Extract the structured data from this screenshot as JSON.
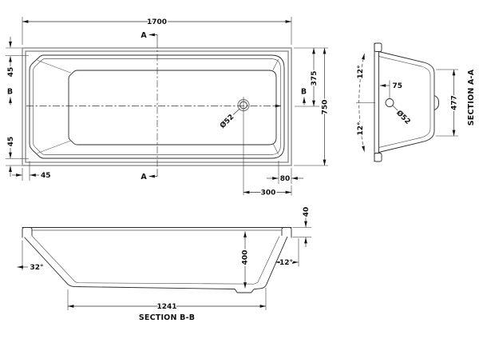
{
  "colors": {
    "line": "#2b2b2b",
    "rim_line": "#8f8f8f",
    "text": "#111111",
    "background": "#ffffff"
  },
  "plan": {
    "dim_length": "1700",
    "dim_width": "750",
    "dim_half_width": "375",
    "dim_rim_top": "45",
    "dim_rim_bottom": "45",
    "dim_rim_end": "45",
    "dim_drain_to_edge": "80",
    "dim_drain_to_end": "300",
    "drain_diameter": "Ø52",
    "section_marker_a": "A",
    "section_marker_b": "B"
  },
  "section_aa": {
    "title": "SECTION A-A",
    "angle_top": "12°",
    "angle_bottom": "12°",
    "dim_drain_offset": "75",
    "drain_diameter": "Ø52",
    "dim_inner_height": "477"
  },
  "section_bb": {
    "title": "SECTION B-B",
    "angle_head": "32°",
    "dim_depth": "400",
    "angle_foot": "12°",
    "dim_base_length": "1241",
    "dim_rim_drop": "40"
  }
}
